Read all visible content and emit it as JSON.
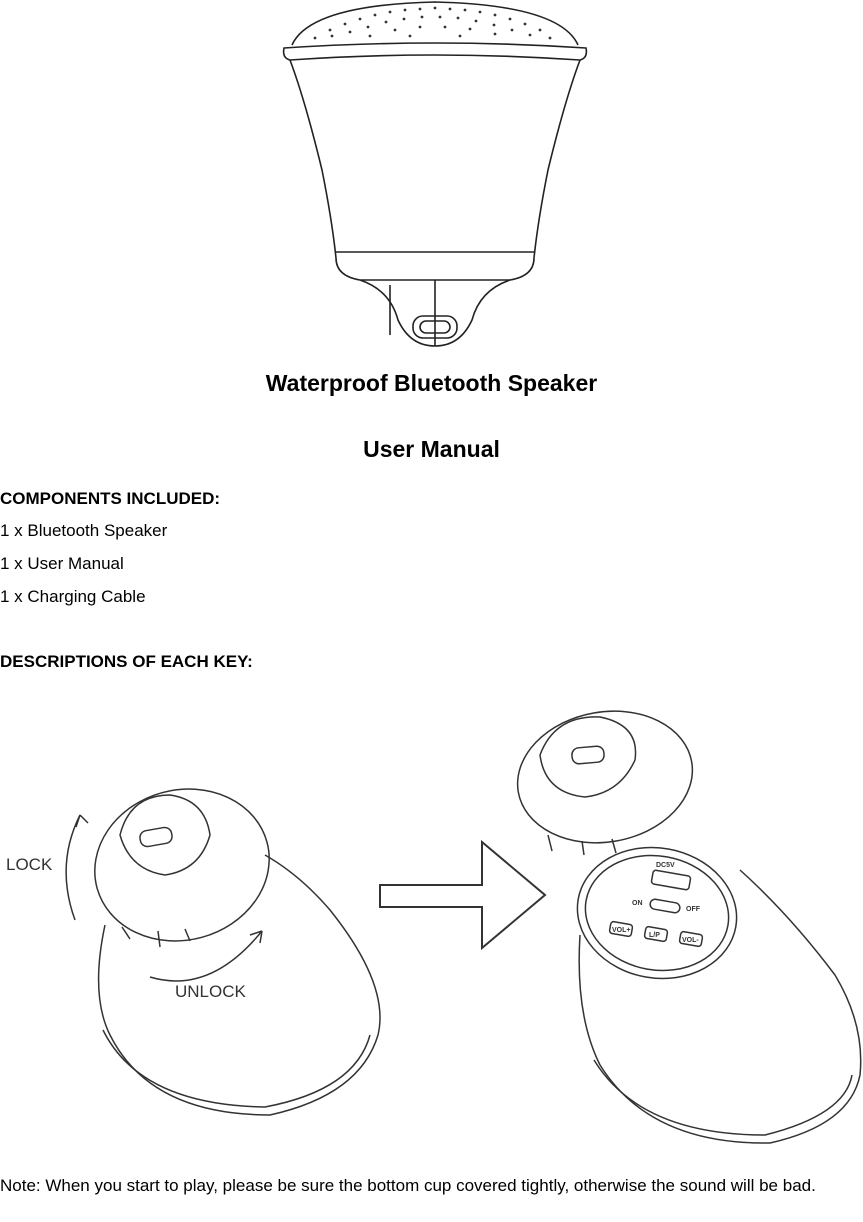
{
  "header": {
    "title": "Waterproof Bluetooth Speaker",
    "subtitle": "User Manual"
  },
  "components": {
    "heading": "COMPONENTS INCLUDED:",
    "items": [
      "1 x Bluetooth Speaker",
      "1 x User Manual",
      "1 x Charging Cable"
    ]
  },
  "keys": {
    "heading": "DESCRIPTIONS OF EACH KEY:"
  },
  "figure": {
    "lock_label": "LOCK",
    "unlock_label": "UNLOCK",
    "dc5v_label": "DC5V",
    "on_label": "ON",
    "off_label": "OFF",
    "vol_up_label": "VOL+",
    "play_label": "L/P",
    "vol_down_label": "VOL-"
  },
  "note": "Note: When you start to play, please be sure the bottom cup covered tightly, otherwise the sound will be bad."
}
